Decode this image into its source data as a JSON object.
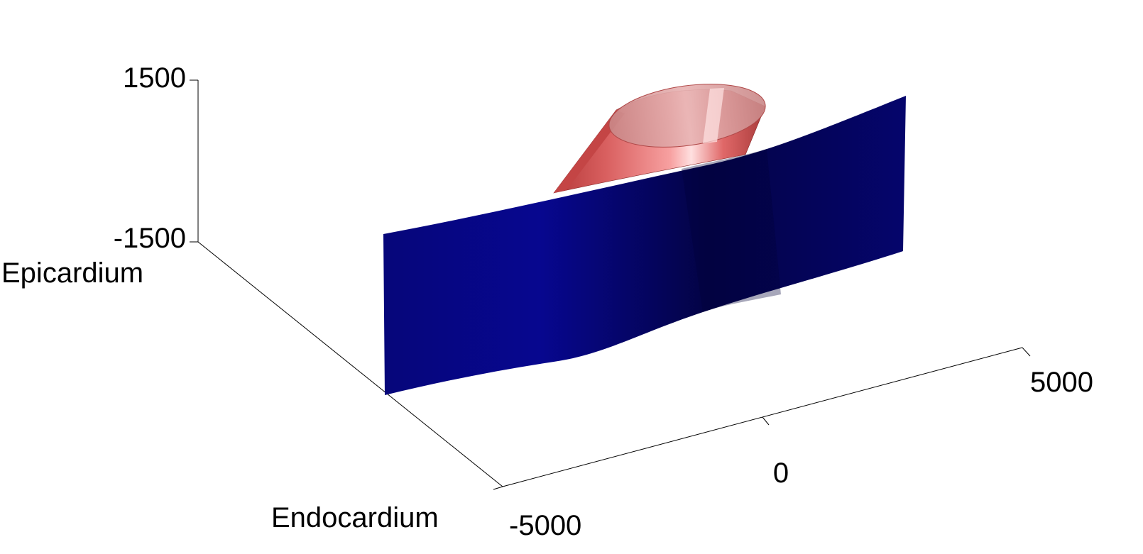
{
  "chart_data": {
    "type": "surface3d",
    "title": "",
    "axes": {
      "z": {
        "ticks": [
          -1500,
          1500
        ],
        "tick_labels": [
          "-1500",
          "1500"
        ],
        "range": [
          -1500,
          1500
        ]
      },
      "y": {
        "label_near": "Epicardium",
        "label_far": "Endocardium"
      },
      "x": {
        "ticks": [
          -5000,
          0,
          5000
        ],
        "tick_labels": [
          "-5000",
          "0",
          "5000"
        ],
        "range": [
          -5000,
          5000
        ]
      }
    },
    "objects": [
      {
        "kind": "surface",
        "description_color": "#0a0a8c"
      },
      {
        "kind": "cylinder",
        "description_color": "#e85a5a"
      }
    ],
    "grid": false,
    "legend": "none"
  },
  "colors": {
    "surface_dark": "#030349",
    "surface_mid": "#07078c",
    "cylinder": "#e35a5a",
    "cylinder_light": "#ffd3d3"
  }
}
